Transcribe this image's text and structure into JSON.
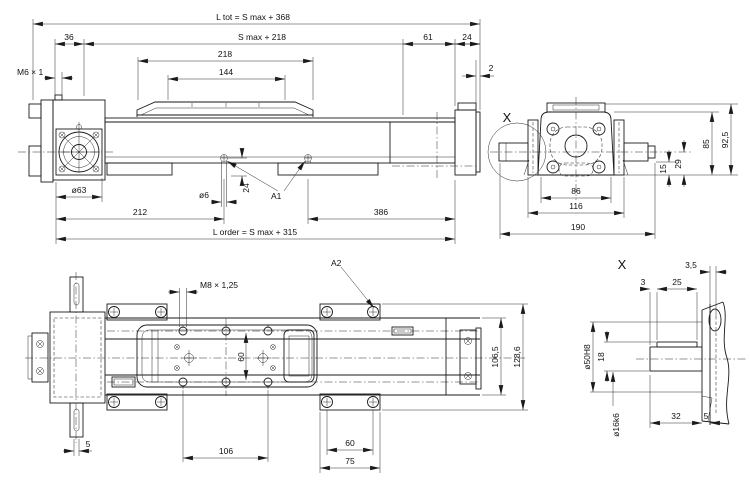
{
  "page": {
    "background": "#ffffff",
    "line_color": "#1a1a1a"
  },
  "views": {
    "side_view": {
      "dims": {
        "l_tot": "L tot = S max + 368",
        "s_max_218": "S max + 218",
        "n36": "36",
        "n218": "218",
        "n144": "144",
        "n61": "61",
        "n24_top": "24",
        "n2": "2",
        "m6": "M6 × 1",
        "dia63": "ø63",
        "dia6": "ø6",
        "n24_screw": "24",
        "a1": "A1",
        "n212": "212",
        "n386": "386",
        "l_order": "L order = S max + 315"
      }
    },
    "end_view": {
      "x_marker": "X",
      "dims": {
        "n85": "85",
        "n92_5": "92,5",
        "n29": "29",
        "n15": "15",
        "n86": "86",
        "n116": "116",
        "n190": "190"
      }
    },
    "plan_view": {
      "a2": "A2",
      "dims": {
        "m8": "M8 × 1,25",
        "n60_carriage": "60",
        "n106_5": "106,5",
        "n128_6": "128,6",
        "n5_key": "5",
        "n106": "106",
        "n60_plate": "60",
        "n75": "75"
      }
    },
    "detail_view": {
      "title": "X",
      "dims": {
        "n3_5": "3,5",
        "n3": "3",
        "n25": "25",
        "dia50h8": "ø50H8",
        "n18": "18",
        "dia16k6": "ø16k6",
        "n32": "32",
        "n5": "5"
      }
    }
  }
}
